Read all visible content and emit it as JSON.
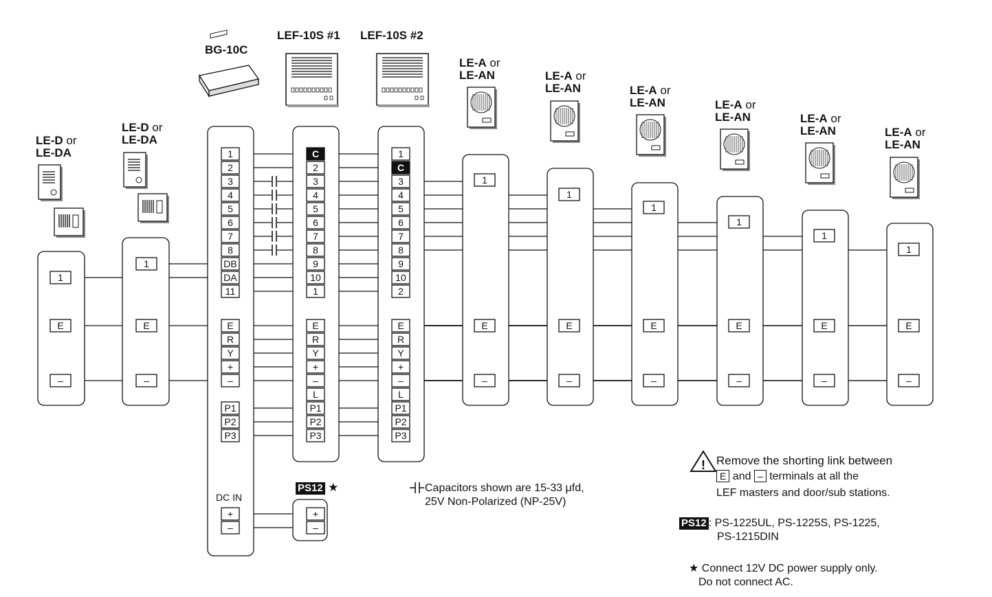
{
  "devices": {
    "bg10c": {
      "name": "BG-10C"
    },
    "lef1": {
      "name": "LEF-10S #1"
    },
    "lef2": {
      "name": "LEF-10S #2"
    },
    "door1": {
      "model": "LE-D",
      "or": "or",
      "alt": "LE-DA"
    },
    "door2": {
      "model": "LE-D",
      "or": "or",
      "alt": "LE-DA"
    },
    "sub": {
      "model": "LE-A",
      "or": "or",
      "alt": "LE-AN"
    }
  },
  "terminals": {
    "bg10c_top": [
      "1",
      "2",
      "3",
      "4",
      "5",
      "6",
      "7",
      "8",
      "DB",
      "DA",
      "11"
    ],
    "lef1_top": [
      "C",
      "2",
      "3",
      "4",
      "5",
      "6",
      "7",
      "8",
      "9",
      "10",
      "1"
    ],
    "lef2_top": [
      "1",
      "C",
      "3",
      "4",
      "5",
      "6",
      "7",
      "8",
      "9",
      "10",
      "2"
    ],
    "bg10c_mid": [
      "E",
      "R",
      "Y",
      "+",
      "–"
    ],
    "lef_mid": [
      "E",
      "R",
      "Y",
      "+",
      "–",
      "L"
    ],
    "bg10c_p": [
      "P1",
      "P2",
      "P3"
    ],
    "lef_p": [
      "P1",
      "P2",
      "P3"
    ],
    "station_1": "1",
    "station_e": "E",
    "station_minus": "–",
    "dc_in_label": "DC IN",
    "dc": [
      "+",
      "–"
    ]
  },
  "ps12": {
    "badge": "PS12",
    "star": "★"
  },
  "notes": {
    "capacitor": [
      "Capacitors shown are 15-33 μfd,",
      "25V Non-Polarized (NP-25V)"
    ],
    "warning_line1": "Remove the shorting link between",
    "warning_e": "E",
    "warning_and": "and",
    "warning_minus": "–",
    "warning_line2_rest": "terminals at all the",
    "warning_line3": "LEF masters and door/sub stations.",
    "ps12_models_line1": ": PS-1225UL, PS-1225S, PS-1225,",
    "ps12_models_line2": "PS-1215DIN",
    "star_line1": "★ Connect 12V DC power supply only.",
    "star_line2": "Do not connect AC."
  }
}
